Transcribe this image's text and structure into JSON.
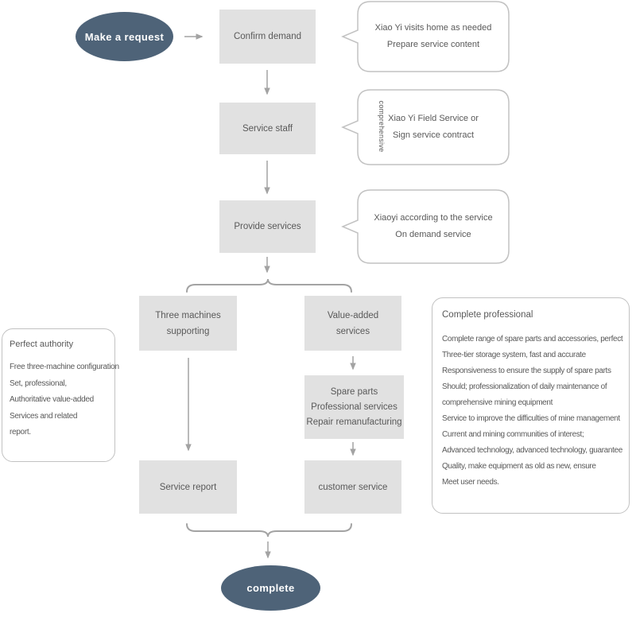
{
  "colors": {
    "terminal_fill": "#4e6378",
    "terminal_text": "#ffffff",
    "node_fill": "#e1e1e1",
    "node_text": "#595959",
    "connector": "#a3a3a3",
    "bubble_border": "#c2c2c2"
  },
  "start": {
    "label": "Make a request"
  },
  "end": {
    "label": "complete"
  },
  "nodes": {
    "confirm_demand": {
      "label": "Confirm demand"
    },
    "service_staff": {
      "label": "Service staff"
    },
    "provide_services": {
      "label": "Provide services"
    },
    "three_machines": {
      "line1": "Three machines",
      "line2": "supporting"
    },
    "value_added": {
      "line1": "Value-added",
      "line2": "services"
    },
    "spare_parts": {
      "line1": "Spare parts",
      "line2": "Professional services",
      "line3": "Repair remanufacturing"
    },
    "service_report": {
      "label": "Service report"
    },
    "customer_service": {
      "label": "customer service"
    }
  },
  "callouts": {
    "c1": {
      "line1": "Xiao Yi visits home as needed",
      "line2": "Prepare service content"
    },
    "c2": {
      "line1": "Xiao Yi Field Service or",
      "line2": "Sign service contract",
      "side_label": "comprehensive"
    },
    "c3": {
      "line1": "Xiaoyi according to the service",
      "line2": "On demand service"
    }
  },
  "left_panel": {
    "title": "Perfect authority",
    "lines": [
      "Free three-machine configuration",
      "Set, professional,",
      "Authoritative value-added",
      "Services and related",
      "report."
    ]
  },
  "right_panel": {
    "title": "Complete professional",
    "lines": [
      "Complete range of spare parts and accessories, perfect",
      "Three-tier storage system, fast and accurate",
      "Responsiveness to ensure the supply of spare parts",
      "Should; professionalization of daily maintenance of",
      "comprehensive mining equipment",
      "Service to improve the difficulties of mine management",
      "Current and mining communities of interest;",
      "Advanced technology, advanced technology, guarantee",
      "Quality, make equipment as old as new, ensure",
      "Meet user needs."
    ]
  }
}
